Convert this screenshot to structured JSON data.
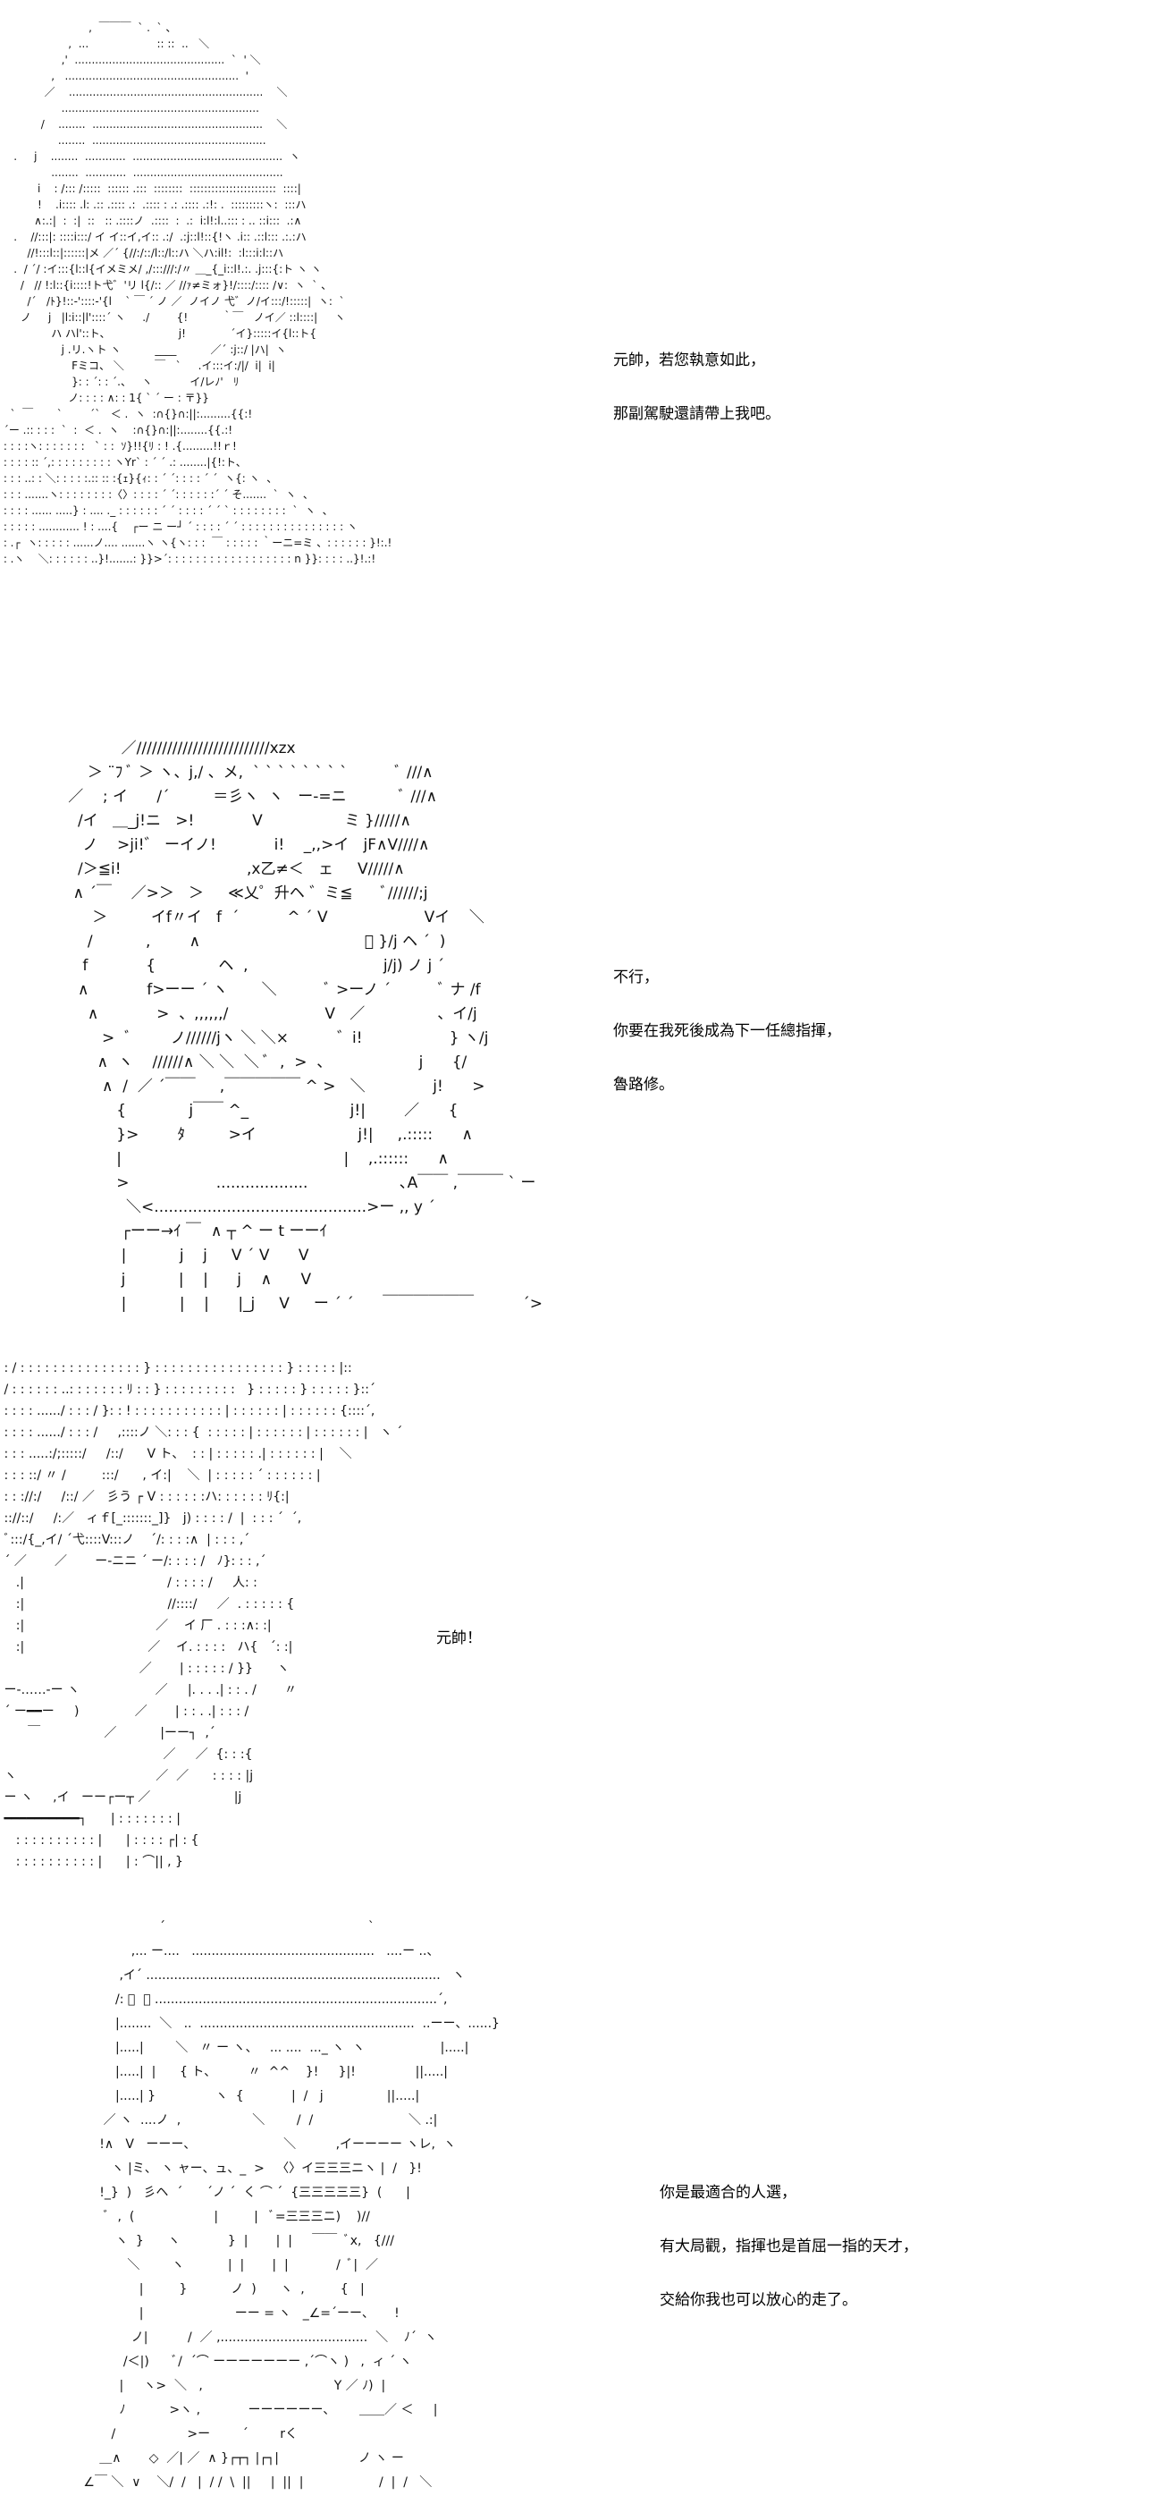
{
  "panels": [
    {
      "id": 1,
      "dialogue": [
        "元帥，若您執意如此，",
        "那副駕駛還請帶上我吧。"
      ],
      "art": [
        "                          ,  ￣￣￣  ` .  ` 、",
        "                    ,  ...                    :: ::  ..   ＼",
        "                  ,'  ............................................  `  ' ＼",
        "               ,   ...................................................  '",
        "             ／    .........................................................    ＼",
        "                  ..........................................................",
        "            /    ........  ..................................................    ＼",
        "                 ........  ...................................................",
        "    .     j    ........  ............  ............................................  ヽ",
        "               ........  ............  ............................................",
        "           i    : /::: /:::::  :::::: .:::  ::::::::  ::::::::::::::::::::::::  ::::|",
        "           !    .i:::: .l: .:: .:::: .:  .:::: : .: .:::: .:!: .  :::::::::ヽ:  :::ハ",
        "          ∧:.:|  :  :|  ::   :: .::::ノ  .::::  :  .:  i:l!:l..::: : .. ::i:::  .:∧",
        "    .    //:::|: ::::i:::/ イ イ::イ,イ:: .:/  .:j::l!::{!ヽ .i:: .::l::: .:.:ハ",
        "        //!:::l::|::::::|メ ／´ {//:/::/l::/l::ハ ＼ハ:il!:  :l:::i:l::ハ",
        "    .  / ´/ :イ:::{l::l{イメミメ/ ,/:::///:/〃 ＿_{_i::l!.:. .j:::{:ト ヽ ヽ",
        "      /   // !:l::{i::::!ト弋゛'リ l{/:: ／ //ｧ≠ミォ}!/::::/:::: /∨:  ヽ  ` 、",
        "        /´   /ﾄ}!::-'::::-'{l    ` ￣ ´ ノ ／  ノイノ 弋゛ノ/イ:::/!:::::|  ヽ:  `",
        "      ノ     j   |l:i::|l'::::´ ヽ     ./        {!          ｀￣   ノイ／ ::l::::|     ヽ",
        "               ハ ハl'::ト、                    j!             ´イ}:::::イ{l::ト{",
        "                  j .リ.ヽト ヽ          ____          ／´ :j::/ |ハ|  ヽ",
        "                     Fミコ、 ＼         ￣   `     .イ:::イ:/|/  i|  i|",
        "                     }: : ´: : ´.、   ヽ           イ/レﾉ'   ﾘ",
        "                    ノ: : : : ∧: : 1{ ` ´ ー : 〒}}",
        "   `  ￣       `        ´`   ＜ .  ヽ  :∩{}∩:||:.........{{:!",
        " ´ー .:: : : :  `  :  ＜ .  ヽ    :∩{}∩:||:........{{.:!",
        " : : : :ヽ: : : : : : :   ` : :  ｿ}!!{ﾘ : ! .{.........!!ｒ!",
        " : : : : :: ´,: : : : : : : : : ヽYr` : ´ ´ .: ........|{!:ト、",
        " : : : ..: : ＼: : : : :.:: :: :{ｪ}{ｨ: : ´ ´: : : : ´ ´  ヽ{: ヽ  、",
        " : : : .......ヽ: : : : : : : :〈〉: : : : ´ ´: : : : : :´ ´ そ.......  `  ヽ  、",
        " : : : : ...... .....} : .... ._ : : : : : : ´ ´ : : : : ´ ´ ` : : : : : : : :  `  ヽ  、",
        " : : : : : ............ ! : ....{    ┌ー ニ ー┘ ´ : : : : ´ ´ : : : : : : : : : : : : : : : ヽ",
        " : .┌  ヽ: : : : : ......ノ.... .......ヽ ヽ{ヽ: : :  ￣ : : : : : ｀ーニ=ミ 、: : : : : : }!:.!",
        " : .ヽ    ＼: : : : : : ..}!.......: }}>´: : : : : : : : : : : : : : : : : : n }}: : : : ..}!.:!"
      ]
    },
    {
      "id": 2,
      "dialogue": [
        "不行，",
        "你要在我死後成為下一任總指揮，",
        "魯路修。"
      ],
      "art": [
        "              ／//////////////////////////xzx",
        "       ＞ ¨ﾌ ﾞ ＞ ヽ、j,/ 、メ,  ` ` ` ` ` ` ` `          ﾞ ///∧",
        "   ／    ; イ      /´         ＝彡ヽ  ヽ   ー-=ニ           ﾞ ///∧",
        "     /イ   ＿_j!ニ   >!            V                 ミ }/////∧",
        "      ノ    >ji!゛ ーイノ!            i!    _,,>イ   jF∧V////∧",
        "     /＞≦i!                          ,x乙≠＜   ェ     V/////∧",
        "    ∧ ´￣    ／>＞   ＞     ≪乂゜升ヘ ゛ミ≦      ﾞ//////;j",
        "        ＞         イf〃イ   f  ´          ^ ´ V                    Vイ    ＼",
        "       /           ,        ∧                                  ﾞ }/j ヘ ´  )",
        "      f            {             ヘ  ,                            j/j) ノ j ´",
        "     ∧            f>ーー ´ ヽ       ＼          ﾞ >ーノ ´          ﾞ ナ /f",
        "       ∧            >  、,,,,,,/                    V   ／               、イ/j",
        "          >  ﾞ        ノ//////jヽ ＼ ＼×          ゛i!                  } ヽ/j",
        "         ∧  ヽ    //////∧ ＼ ＼  ＼ ﾞ  ,  >  、                  j      {/",
        "          ∧  /  ／ ´￣￣     ,￣￣￣￣￣ ^ >   ＼              j!      >",
        "             {             j￣￣ ^_                     j!|        ／      {",
        "             }>        ﾀ         >イ                     j!|     ,.:::::      ∧",
        "             |                                              |    ,.::::::      ∧",
        "             >                  ...................                   ､A￣￣ ,￣￣￣ ` ー",
        "               ＼<............................................>ー ,, y ´",
        "              ┌ーー→ｲ ￣  ∧ ┬ ^ ー t ーーｲ",
        "              |           j    j     V ´ V      V",
        "              j           |    |      j    ∧      V",
        "              |           |    |      |_j     V     ー ´ ´      ￣￣￣￣￣￣          ´>"
      ]
    },
    {
      "id": 3,
      "dialogue": [
        "元帥！"
      ],
      "art": [
        " : / : : : : : : : : : : : : : : : } : : : : : : : : : : : : : : : : } : : : : : |::",
        " / : : : : : : ..: : : : : : : ﾘ : : } : : : : : : : : :   } : : : : : } : : : : : }::´",
        " : : : : ....../ : : : / }: : ! : : : : : : : : : : : | : : : : : : | : : : : : : {::::´,",
        " : : : : ....../ : : : /     ,::::ノ ＼: : : {  : : : : : | : : : : : : | : : : : : : |   ヽ ´",
        " : : : .....:/;:::::/     /::/      V ト、  : : | : : : : : .| : : : : : : |    ＼",
        " : : : ::/ 〃 /         :::/      , イ:|    ＼  | : : : : : ´ : : : : : : |",
        " : : ://:/     /::/ ／   彡う ┌ V : : : : : :ハ: : : : : : ﾘ{:|",
        " :://::/     /:／   ィｆ[_:::::::_]}   j) : : : : /  |  : : : ´  ´,",
        " ﾞ:::/{_,イ/ ´弋::::V:::ノ    ´/: : : :∧  | : : : ,´",
        " ´ ／       ／       ー-ニニ ´ ー/: : : : /   ﾉ}: : : ,´",
        "    .|                                    / : : : : /     人: :",
        "    :|                                    //::::/     ／  . : : : : : {",
        "    :|                                 ／    イ 厂 . : : :∧: :|",
        "    :|                               ／    イ. : : : :   ハ{   ´: :|",
        "                                   ／       | : : : : : / }}      ヽ",
        " ー-‥‥‥-ー ヽ                   ／     |. . . .| : : . /       〃",
        " ´ ー━━ー     )              ／       | : : . .| : : : /",
        "       ￣                ／           |ーー┐  ,´",
        "                                         ／     ／  {: : :{",
        " ヽ                                   ／  ／      : : : : |j",
        " ー ヽ     ,イ   ーー┌ー┬ ／                     |j",
        " ━━━━━━━━━━┐      | : : : : : : : |",
        "    : : : : : : : : : : |      | : : : : ┌| : {",
        "    : : : : : : : : : : |      | : ⌒|| , }"
      ]
    },
    {
      "id": 4,
      "dialogue": [
        "你是最適合的人選，",
        "有大局觀，指揮也是首屈一指的天才，",
        "交給你我也可以放心的走了。"
      ],
      "art": [
        "                               ´                                                   `",
        "                        ,... ー....   ..............................................   ....ー ..、",
        "                     ,イ´ ..........................................................................   ヽ",
        "                    /: ﾞ  、 .......................................................................´,",
        "                    |........  ＼   ..  ......................................................  ..ーー、......}",
        "                    |.....|        ＼   〃 ー ヽ、   ... ....  ..._ ヽ  ヽ                   |.....|",
        "                    |.....|  |      { ト、        〃  ^^    }!     }|!               ||.....|",
        "                    |.....| }               ヽ  {            |  /   j                ||.....|",
        "                 ／ ヽ  ....ノ  ,                  ＼        /  /                        ＼ .:|",
        "                !∧   V   ーーー、                      ＼          ,イーーーー ヽレ,  ヽ",
        "                   ヽ |ミ、 ヽ ャー、ュ、_  >   〈〉イ三三三ニヽ |  /   }!",
        "                !_}  )   彡ヘ  ´      ´ノ ´  く ⌒ ´  {三三三三三}  (      |",
        "                 ﾞ  ,  (                    |         |   ﾞ=三三三ニ)    )//",
        "                    ヽ  }      ヽ            }  |       |  |     ￣￣  ﾞx,   {///",
        "                       ＼        ヽ           |  |       |  |            /  ﾞ|  ／",
        "                          |         }           ノ  )      ヽ  ,         {   |",
        "                          |                       ーー = ヽ   _∠=´ーー、     !",
        "                        ノ|          /  ／ ,.....................................  ＼    ﾉ´  ヽ",
        "                      /＜|)      ﾞ/  ´⌒ ーーーーーーー ,´⌒ヽ )   ,  ィ ´ ヽ",
        "                     |     ヽ>  ＼   ,                                 Y ／ ﾉ)  |",
        "                     ﾉ           >ヽ ,            ーーーーーー、      ＿＿／ ＜     |",
        "                   /                  >ー        ´        rく",
        "                ＿∧       ◇  ／| ／  ∧ }┌┬┐ |┌┐|                    ノ ヽ ー",
        "            ∠￣ ＼  ∨    ＼/  /   |  / /  \\  ||     |  ||  |                   /  |  /   ＼"
      ]
    }
  ]
}
